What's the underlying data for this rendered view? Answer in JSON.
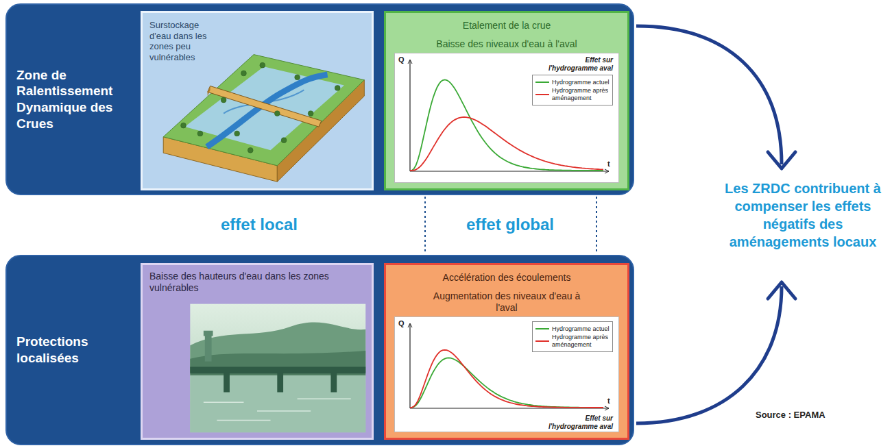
{
  "diagram": {
    "nodes": [
      {
        "text": [
          "Zone de Ralentissement Dynamique des Crues"
        ]
      },
      {
        "text": [
          "Surstockage d'eau dans les zones peu vulnérables"
        ],
        "in": 0
      },
      {
        "text": [
          "Etalement de la crue",
          "Baisse des niveaux d'eau à l'aval"
        ],
        "in": 0
      },
      {
        "text": [
          "Effet sur l'hydrogramme aval"
        ],
        "in": 2
      },
      {
        "text": [
          "Protections localisées"
        ]
      },
      {
        "text": [
          "Baisse des hauteurs d'eau dans les zones vulnérables"
        ],
        "in": 4
      },
      {
        "text": [
          "Accélération des écoulements",
          "Augmentation des niveaux d'eau à l'aval"
        ],
        "in": 4
      },
      {
        "text": [
          "Effet sur l'hydrogramme aval"
        ],
        "in": 6
      }
    ],
    "labels": [
      "effet local",
      "effet global",
      "Les ZRDC contribuent à compenser les effets négatifs des aménagements locaux",
      "Source : EPAMA",
      "Q",
      "t",
      "Q",
      "t"
    ],
    "legend": [
      {
        "text": "Hydrogramme actuel"
      },
      {
        "text": "Hydrogramme après aménagement"
      },
      {
        "text": "Hydrogramme actuel"
      },
      {
        "text": "Hydrogramme après aménagement"
      }
    ]
  }
}
